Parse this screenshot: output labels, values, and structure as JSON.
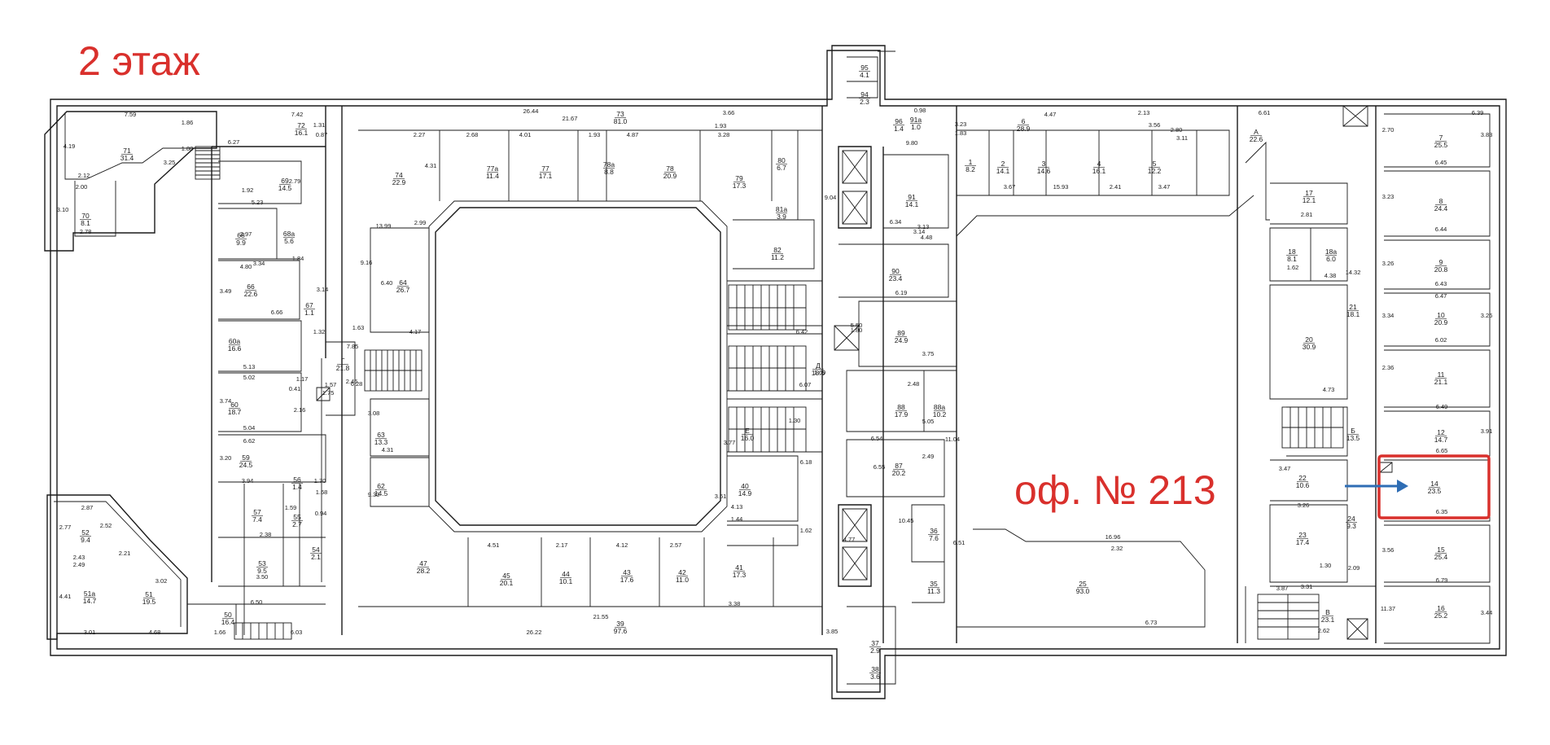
{
  "floor_title": "2 этаж",
  "office_label": "оф. № 213",
  "colors": {
    "highlight": "#d9302c",
    "arrow": "#2e6db4",
    "wall": "#1a1a1a"
  },
  "rooms": [
    {
      "num": "71",
      "area": "31.4"
    },
    {
      "num": "70",
      "area": "8.1"
    },
    {
      "num": "72",
      "area": "16.1"
    },
    {
      "num": "69",
      "area": "14.5"
    },
    {
      "num": "68",
      "area": "9.9"
    },
    {
      "num": "68а",
      "area": "5.6"
    },
    {
      "num": "66",
      "area": "22.6"
    },
    {
      "num": "67",
      "area": "1.1"
    },
    {
      "num": "60а",
      "area": "16.6"
    },
    {
      "num": "60",
      "area": "18.7"
    },
    {
      "num": "59",
      "area": "24.5"
    },
    {
      "num": "56",
      "area": "1.4"
    },
    {
      "num": "57",
      "area": "7.4"
    },
    {
      "num": "55",
      "area": "2.7"
    },
    {
      "num": "53",
      "area": "9.5"
    },
    {
      "num": "54",
      "area": "2.1"
    },
    {
      "num": "52",
      "area": "9.4"
    },
    {
      "num": "51а",
      "area": "14.7"
    },
    {
      "num": "51",
      "area": "19.5"
    },
    {
      "num": "50",
      "area": "16.4"
    },
    {
      "num": "74",
      "area": "22.9"
    },
    {
      "num": "77а",
      "area": "11.4"
    },
    {
      "num": "77",
      "area": "17.1"
    },
    {
      "num": "78а",
      "area": "8.8"
    },
    {
      "num": "78",
      "area": "20.9"
    },
    {
      "num": "73",
      "area": "81.0"
    },
    {
      "num": "79",
      "area": "17.3"
    },
    {
      "num": "80",
      "area": "6.7"
    },
    {
      "num": "81а",
      "area": "3.9"
    },
    {
      "num": "82",
      "area": "11.2"
    },
    {
      "num": "64",
      "area": "26.7"
    },
    {
      "num": "Г",
      "area": "21.8"
    },
    {
      "num": "63",
      "area": "13.3"
    },
    {
      "num": "62",
      "area": "14.5"
    },
    {
      "num": "47",
      "area": "28.2"
    },
    {
      "num": "45",
      "area": "20.1"
    },
    {
      "num": "44",
      "area": "10.1"
    },
    {
      "num": "43",
      "area": "17.6"
    },
    {
      "num": "42",
      "area": "11.0"
    },
    {
      "num": "41",
      "area": "17.3"
    },
    {
      "num": "40",
      "area": "14.9"
    },
    {
      "num": "39",
      "area": "97.6"
    },
    {
      "num": "Д",
      "area": "18.6"
    },
    {
      "num": "Е",
      "area": "16.0"
    },
    {
      "num": "95",
      "area": "4.1"
    },
    {
      "num": "94",
      "area": "2.3"
    },
    {
      "num": "96",
      "area": "1.4"
    },
    {
      "num": "91а",
      "area": "1.0"
    },
    {
      "num": "91",
      "area": "14.1"
    },
    {
      "num": "90",
      "area": "23.4"
    },
    {
      "num": "89",
      "area": "24.9"
    },
    {
      "num": "88",
      "area": "17.9"
    },
    {
      "num": "88а",
      "area": "10.2"
    },
    {
      "num": "87",
      "area": "20.2"
    },
    {
      "num": "36",
      "area": "7.6"
    },
    {
      "num": "35",
      "area": "11.3"
    },
    {
      "num": "37",
      "area": "2.9"
    },
    {
      "num": "38",
      "area": "3.6"
    },
    {
      "num": "1",
      "area": "8.2"
    },
    {
      "num": "2",
      "area": "14.1"
    },
    {
      "num": "3",
      "area": "14.6"
    },
    {
      "num": "4",
      "area": "16.1"
    },
    {
      "num": "5",
      "area": "12.2"
    },
    {
      "num": "6",
      "area": "28.9"
    },
    {
      "num": "25",
      "area": "93.0"
    },
    {
      "num": "А",
      "area": "22.6"
    },
    {
      "num": "7",
      "area": "25.5"
    },
    {
      "num": "8",
      "area": "24.4"
    },
    {
      "num": "9",
      "area": "20.8"
    },
    {
      "num": "10",
      "area": "20.9"
    },
    {
      "num": "11",
      "area": "21.1"
    },
    {
      "num": "12",
      "area": "14.7"
    },
    {
      "num": "14",
      "area": "23.5"
    },
    {
      "num": "15",
      "area": "25.4"
    },
    {
      "num": "16",
      "area": "25.2"
    },
    {
      "num": "17",
      "area": "12.1"
    },
    {
      "num": "18",
      "area": "8.1"
    },
    {
      "num": "18а",
      "area": "6.0"
    },
    {
      "num": "20",
      "area": "30.9"
    },
    {
      "num": "21",
      "area": "18.1"
    },
    {
      "num": "22",
      "area": "10.6"
    },
    {
      "num": "23",
      "area": "17.4"
    },
    {
      "num": "24",
      "area": "9.3"
    },
    {
      "num": "Б",
      "area": "13.5"
    },
    {
      "num": "В",
      "area": "23.1"
    }
  ],
  "dimensions": [
    "7.59",
    "4.19",
    "2.12",
    "2.00",
    "3.10",
    "2.78",
    "1.86",
    "1.88",
    "6.27",
    "7.42",
    "1.31",
    "0.87",
    "1.92",
    "5.23",
    "2.79",
    "2.97",
    "3.34",
    "4.80",
    "1.84",
    "6.66",
    "3.49",
    "3.14",
    "1.32",
    "3.25",
    "5.13",
    "5.02",
    "1.17",
    "0.41",
    "3.74",
    "5.04",
    "2.16",
    "6.62",
    "3.20",
    "3.94",
    "1.70",
    "1.68",
    "0.94",
    "1.59",
    "2.38",
    "3.50",
    "6.50",
    "1.66",
    "6.03",
    "2.87",
    "2.77",
    "2.52",
    "2.43",
    "2.49",
    "2.21",
    "3.02",
    "4.41",
    "3.01",
    "4.68",
    "26.44",
    "21.67",
    "3.66",
    "2.27",
    "2.68",
    "4.01",
    "1.93",
    "4.87",
    "3.28",
    "1.93",
    "2.99",
    "4.31",
    "9.16",
    "6.40",
    "13.99",
    "4.17",
    "1.63",
    "7.85",
    "6.28",
    "1.57",
    "1.75",
    "2.46",
    "4.31",
    "3.08",
    "9.33",
    "26.22",
    "21.55",
    "3.85",
    "4.51",
    "2.17",
    "4.12",
    "2.57",
    "3.38",
    "4.13",
    "1.44",
    "1.62",
    "3.61",
    "3.77",
    "6.18",
    "6.42",
    "6.07",
    "1.30",
    "1.69",
    "1.80",
    "5.50",
    "6.19",
    "6.34",
    "3.75",
    "2.48",
    "5.05",
    "6.54",
    "6.55",
    "2.49",
    "10.45",
    "11.04",
    "9.04",
    "4.77",
    "4.47",
    "2.13",
    "3.56",
    "2.80",
    "3.11",
    "3.47",
    "3.67",
    "15.93",
    "2.41",
    "3.23",
    "1.83",
    "0.98",
    "3.13",
    "4.48",
    "9.80",
    "3.14",
    "16.96",
    "2.32",
    "6.73",
    "6.51",
    "6.61",
    "6.39",
    "6.45",
    "6.44",
    "6.43",
    "6.47",
    "6.02",
    "6.49",
    "6.65",
    "6.35",
    "6.79",
    "3.31",
    "2.62",
    "2.81",
    "1.62",
    "4.38",
    "4.73",
    "3.47",
    "3.26",
    "1.30",
    "2.09",
    "3.87",
    "2.70",
    "3.83",
    "3.23",
    "3.26",
    "3.34",
    "3.26",
    "2.36",
    "3.91",
    "3.56",
    "3.44",
    "11.37",
    "14.32"
  ]
}
